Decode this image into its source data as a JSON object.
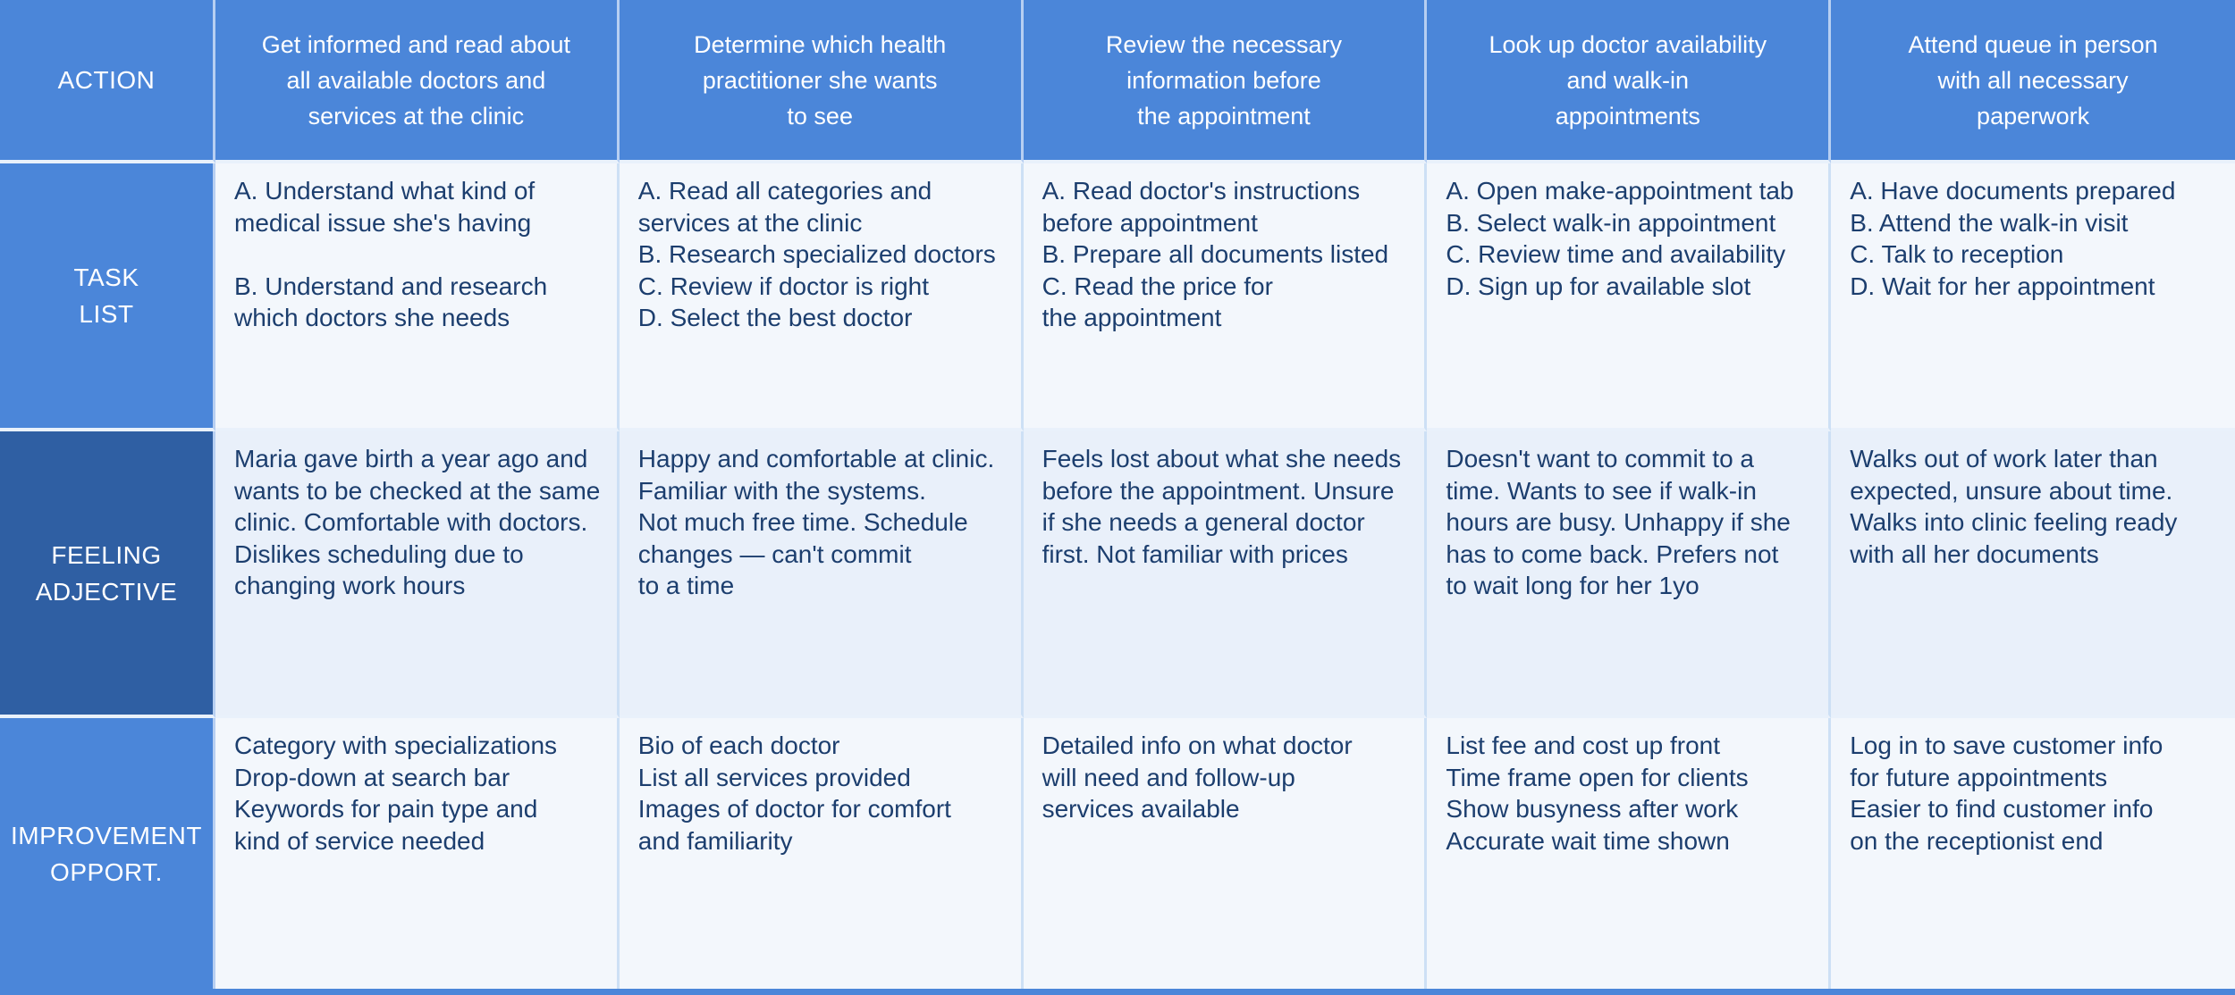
{
  "table": {
    "row_labels": {
      "action": "ACTION",
      "task": "TASK\nLIST",
      "feeling": "FEELING\nADJECTIVE",
      "improvement": "IMPROVEMENT\nOPPORT."
    },
    "columns": [
      {
        "action": "Get informed and read about\nall available doctors and\nservices at the clinic",
        "task": "A. Understand what kind of\nmedical issue she's having\n\nB. Understand and research\nwhich doctors she needs",
        "feeling": "Maria gave birth a year ago and\nwants to be checked at the same\nclinic. Comfortable with doctors.\nDislikes scheduling due to\nchanging work hours",
        "improvement": "Category with specializations\nDrop-down at search bar\nKeywords for pain type and\nkind of service needed"
      },
      {
        "action": "Determine which health\npractitioner she wants\nto see",
        "task": "A. Read all categories and\nservices at the clinic\nB. Research specialized doctors\nC. Review if doctor is right\nD. Select the best doctor",
        "feeling": "Happy and comfortable at clinic.\nFamiliar with the systems.\nNot much free time. Schedule\nchanges — can't commit\nto a time",
        "improvement": "Bio of each doctor\nList all services provided\nImages of doctor for comfort\nand familiarity"
      },
      {
        "action": "Review the necessary\ninformation before\nthe appointment",
        "task": "A. Read doctor's instructions\nbefore appointment\nB. Prepare all documents listed\nC. Read the price for\nthe appointment",
        "feeling": "Feels lost about what she needs\nbefore the appointment. Unsure\nif she needs a general doctor\nfirst. Not familiar with prices",
        "improvement": "Detailed info on what doctor\nwill need and follow-up\nservices available"
      },
      {
        "action": "Look up doctor availability\nand walk-in\nappointments",
        "task": "A. Open make-appointment tab\nB. Select walk-in appointment\nC. Review time and availability\nD. Sign up for available slot",
        "feeling": "Doesn't want to commit to a\ntime. Wants to see if walk-in\nhours are busy. Unhappy if she\nhas to come back. Prefers not\nto wait long for her 1yo",
        "improvement": "List fee and cost up front\nTime frame open for clients\nShow busyness after work\nAccurate wait time shown"
      },
      {
        "action": "Attend queue in person\nwith all necessary\npaperwork",
        "task": "A. Have documents prepared\nB. Attend the walk-in visit\nC. Talk to reception\nD. Wait for her appointment",
        "feeling": "Walks out of work later than\nexpected, unsure about time.\nWalks into clinic feeling ready\nwith all her documents",
        "improvement": "Log in to save customer info\nfor future appointments\nEasier to find customer info\non the receptionist end"
      }
    ]
  },
  "colors": {
    "header_blue": "#4b86d9",
    "feeling_label_blue": "#2f5fa3",
    "cell_light": "#f3f7fc",
    "cell_shaded": "#e9f0fa",
    "text_navy": "#1c3e6e",
    "divider_light": "#e9f1fb"
  }
}
